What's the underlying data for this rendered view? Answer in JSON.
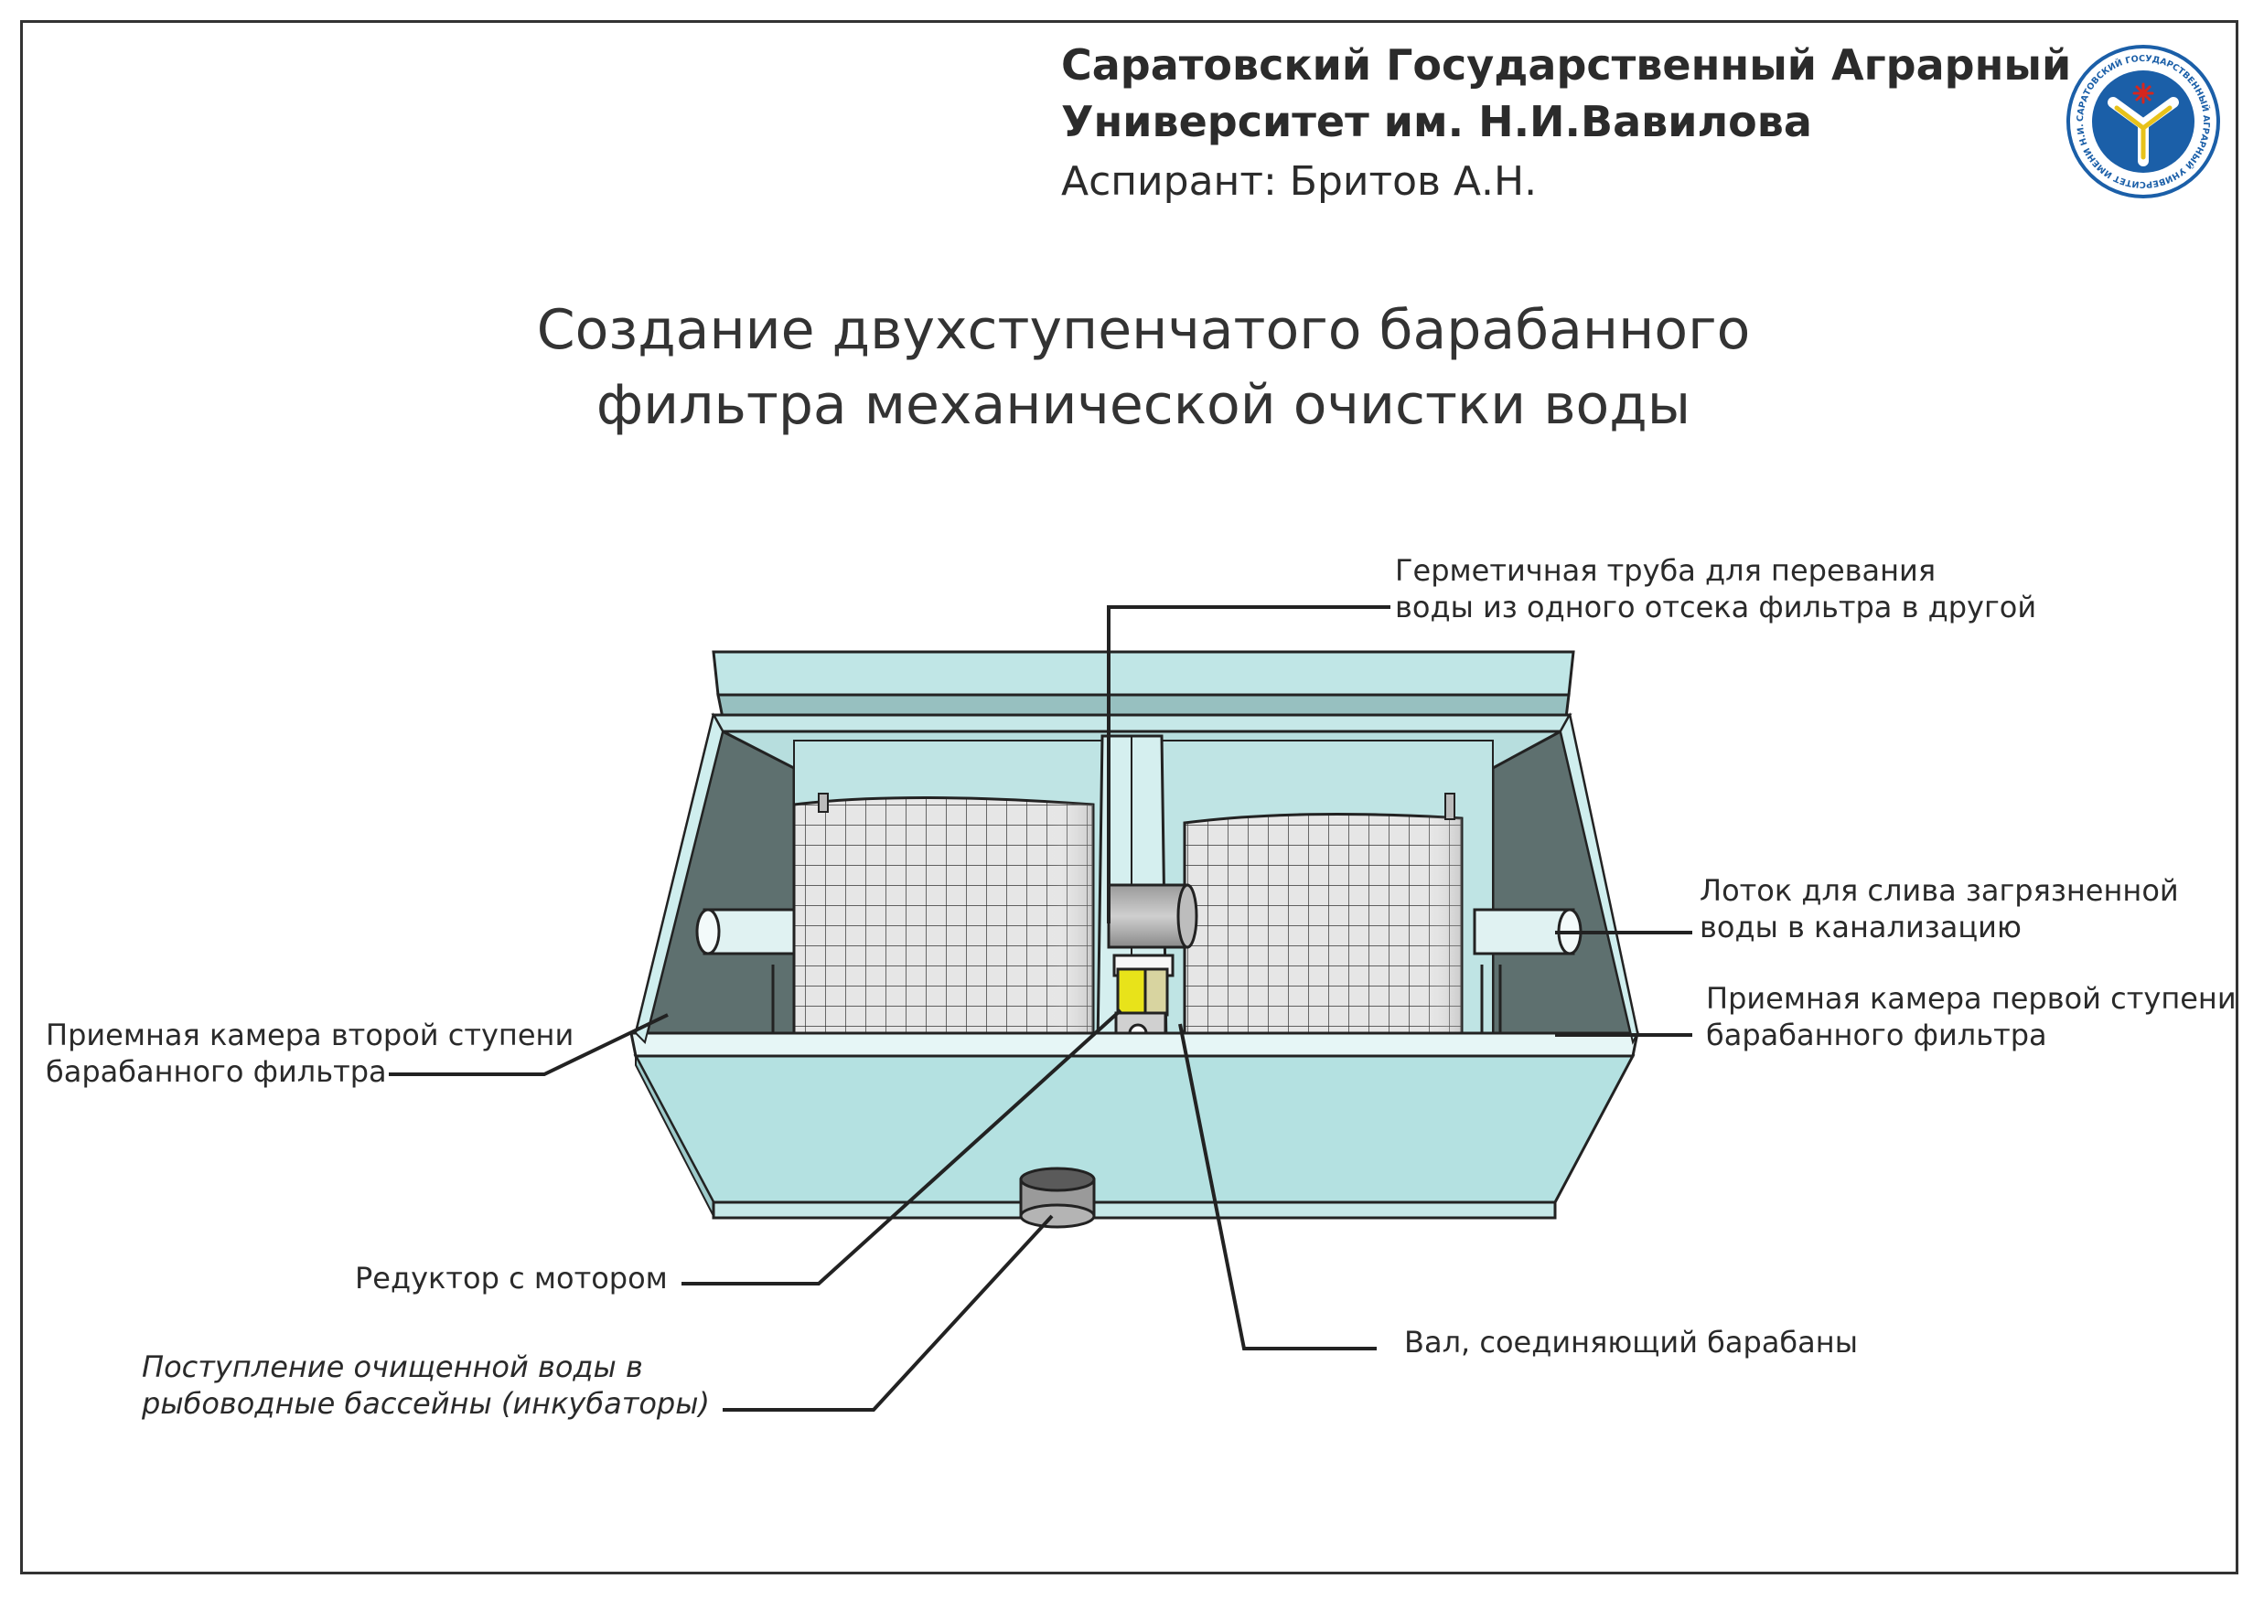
{
  "header": {
    "university_line1": "Саратовский Государственный Аграрный",
    "university_line2": "Университет им. Н.И.Вавилова",
    "author": "Аспирант: Бритов А.Н."
  },
  "title": {
    "line1": "Создание двухступенчатого барабанного",
    "line2": "фильтра механической очистки воды"
  },
  "logo": {
    "icon": "university-emblem-icon",
    "ring_text": "САРАТОВСКИЙ ГОСУДАРСТВЕННЫЙ АГРАРНЫЙ УНИВЕРСИТЕТ ИМЕНИ Н.И. ВАВИЛОВА"
  },
  "labels": {
    "sealed_pipe": {
      "line1": "Герметичная труба для перевания",
      "line2": "воды из одного отсека фильтра в другой"
    },
    "drain_tray": {
      "line1": "Лоток для слива загрязненной",
      "line2": "воды в канализацию"
    },
    "first_stage": {
      "line1": "Приемная камера первой ступени",
      "line2": "барабанного фильтра"
    },
    "second_stage": {
      "line1": "Приемная камера второй ступени",
      "line2": "барабанного фильтра"
    },
    "gearbox": {
      "line1": "Редуктор с мотором"
    },
    "outlet": {
      "line1": "Поступление очищенной воды в",
      "line2": "рыбоводные бассейны (инкубаторы)"
    },
    "shaft": {
      "line1": "Вал, соединяющий барабаны"
    }
  },
  "colors": {
    "tank_body": "#b4e1e1",
    "tank_inner": "#5f7270",
    "tank_lid": "#bfe6e6",
    "mesh": "#e4e4e4",
    "gearbox": "#e8e31a",
    "frame": "#333333"
  }
}
